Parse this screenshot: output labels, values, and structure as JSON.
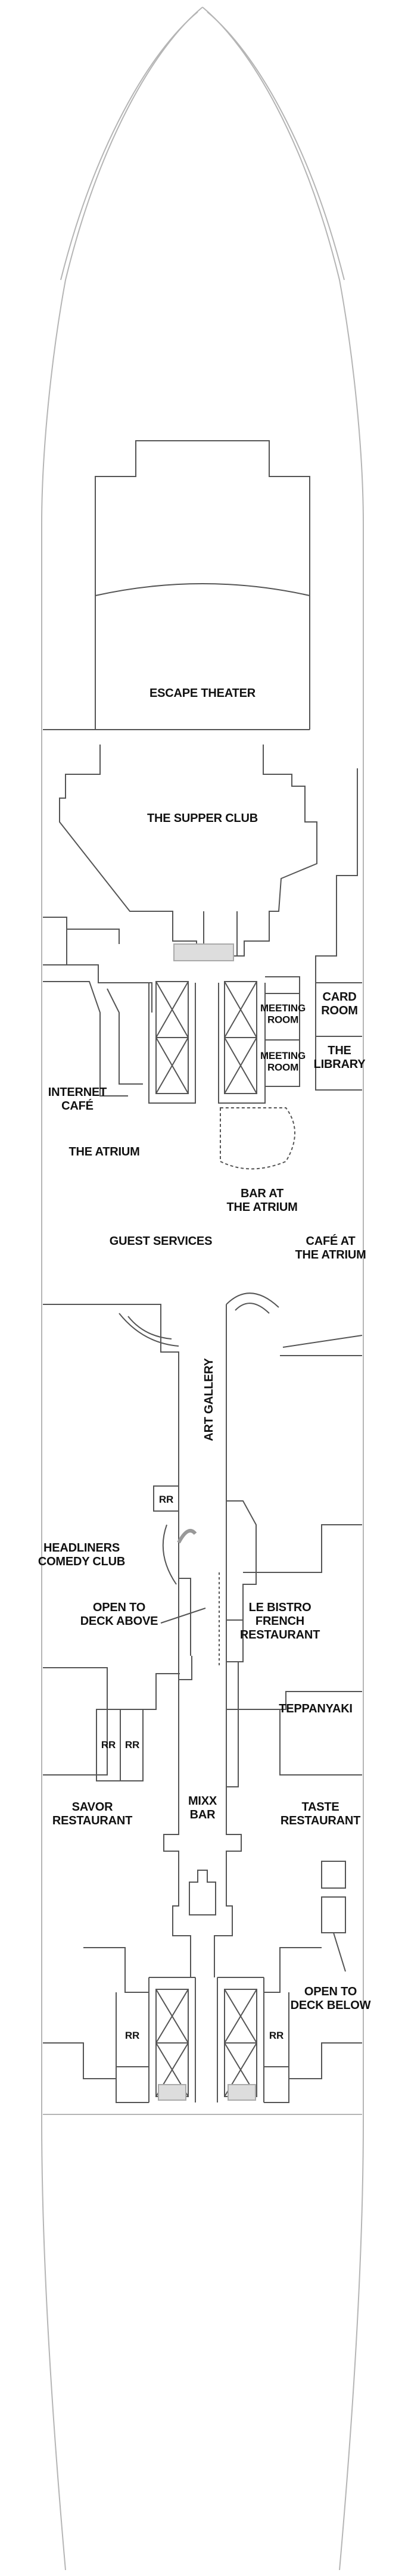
{
  "deck_plan": {
    "colors": {
      "background": "#ffffff",
      "hull_stroke": "#b5b5b5",
      "wall_stroke": "#555555",
      "detail_stroke": "#888888",
      "label": "#111111"
    },
    "rooms": {
      "escape_theater": [
        "ESCAPE THEATER"
      ],
      "supper_club": [
        "THE SUPPER CLUB"
      ],
      "card_room": [
        "CARD",
        "ROOM"
      ],
      "meeting_room_1": [
        "MEETING",
        "ROOM"
      ],
      "meeting_room_2": [
        "MEETING",
        "ROOM"
      ],
      "library": [
        "THE",
        "LIBRARY"
      ],
      "internet_cafe": [
        "INTERNET",
        "CAFÉ"
      ],
      "atrium": [
        "THE ATRIUM"
      ],
      "bar_at_atrium": [
        "BAR AT",
        "THE ATRIUM"
      ],
      "guest_services": [
        "GUEST SERVICES"
      ],
      "cafe_at_atrium": [
        "CAFÉ AT",
        "THE ATRIUM"
      ],
      "art_gallery": [
        "ART GALLERY"
      ],
      "restroom_1": [
        "RR"
      ],
      "headliners": [
        "HEADLINERS",
        "COMEDY CLUB"
      ],
      "open_above": [
        "OPEN TO",
        "DECK ABOVE"
      ],
      "le_bistro": [
        "LE BISTRO",
        "FRENCH",
        "RESTAURANT"
      ],
      "teppanyaki": [
        "TEPPANYAKI"
      ],
      "restroom_2": [
        "RR"
      ],
      "restroom_3": [
        "RR"
      ],
      "savor": [
        "SAVOR",
        "RESTAURANT"
      ],
      "mixx_bar": [
        "MIXX",
        "BAR"
      ],
      "taste": [
        "TASTE",
        "RESTAURANT"
      ],
      "open_below": [
        "OPEN TO",
        "DECK BELOW"
      ],
      "restroom_4": [
        "RR"
      ],
      "restroom_5": [
        "RR"
      ]
    }
  }
}
